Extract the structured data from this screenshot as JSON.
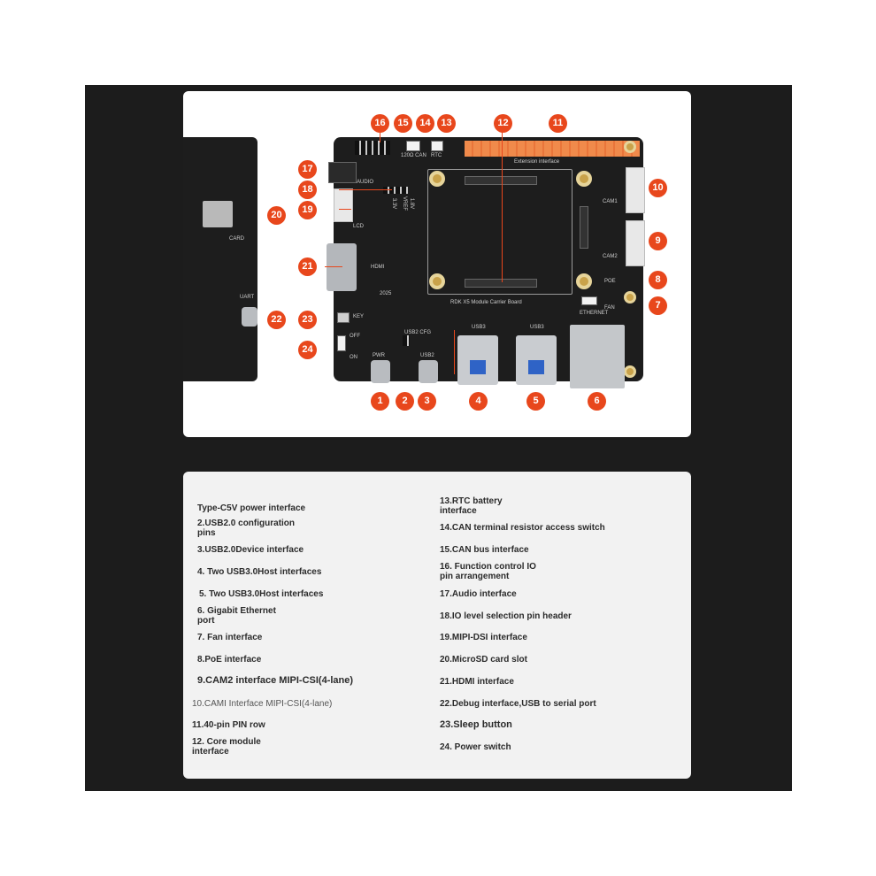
{
  "board": {
    "silkscreen": {
      "extension": "Extension interface",
      "audio": "AUDIO",
      "lcd": "LCD",
      "hdmi": "HDMI",
      "cam1": "CAM1",
      "cam2": "CAM2",
      "poe": "POE",
      "ethernet": "ETHERNET",
      "fan": "FAN",
      "usb3_left": "USB3",
      "usb3_right": "USB3",
      "pwr": "PWR",
      "usb2": "USB2",
      "usb2_cfg": "USB2 CFG",
      "key": "KEY",
      "off": "OFF",
      "on": "ON",
      "rtc": "RTC",
      "can_term": "120Ω CAN",
      "io_3v3": "3.3V",
      "io_vref": "VREF",
      "io_1v8": "1.8V",
      "module_name": "RDK X5 Module Carrier Board",
      "year": "2025",
      "card": "CARD",
      "uart": "UART"
    }
  },
  "callouts": [
    "1",
    "2",
    "3",
    "4",
    "5",
    "6",
    "7",
    "8",
    "9",
    "10",
    "11",
    "12",
    "13",
    "14",
    "15",
    "16",
    "17",
    "18",
    "19",
    "20",
    "21",
    "22",
    "23",
    "24"
  ],
  "legend": {
    "left": [
      {
        "text": "Type-C5V power interface",
        "style": "bold"
      },
      {
        "text": "2.USB2.0 configuration\npins",
        "style": "bold"
      },
      {
        "text": "3.USB2.0Device interface",
        "style": "bold"
      },
      {
        "text": "4. Two USB3.0Host interfaces",
        "style": "bold"
      },
      {
        "text": "5. Two USB3.0Host interfaces",
        "style": "bold"
      },
      {
        "text": "6. Gigabit Ethernet\nport",
        "style": "bold"
      },
      {
        "text": "7. Fan interface",
        "style": "bold"
      },
      {
        "text": "8.PoE interface",
        "style": "bold"
      },
      {
        "text": "9.CAM2 interface MIPI-CSI(4-lane)",
        "style": "bold"
      },
      {
        "text": "10.CAMI Interface MIPI-CSI(4-lane)",
        "style": "light"
      },
      {
        "text": "11.40-pin PIN row",
        "style": "bold"
      },
      {
        "text": "12. Core module\ninterface",
        "style": "bold"
      }
    ],
    "right": [
      {
        "text": "13.RTC battery\ninterface",
        "style": "bold"
      },
      {
        "text": "14.CAN terminal resistor access switch",
        "style": "bold"
      },
      {
        "text": "15.CAN bus interface",
        "style": "bold"
      },
      {
        "text": "16. Function control IO\npin arrangement",
        "style": "bold"
      },
      {
        "text": "17.Audio interface",
        "style": "bold"
      },
      {
        "text": "18.IO level selection pin header",
        "style": "bold"
      },
      {
        "text": "19.MIPI-DSI interface",
        "style": "bold"
      },
      {
        "text": "20.MicroSD card slot",
        "style": "bold"
      },
      {
        "text": "21.HDMI interface",
        "style": "bold"
      },
      {
        "text": "22.Debug interface,USB to serial port",
        "style": "bold"
      },
      {
        "text": "23.Sleep button",
        "style": "bold"
      },
      {
        "text": "24. Power switch",
        "style": "bold"
      }
    ]
  },
  "colors": {
    "frame": "#1c1c1c",
    "callout": "#e8471c",
    "pin_row": "#f08a4b",
    "pcb": "#1d1d1d"
  }
}
